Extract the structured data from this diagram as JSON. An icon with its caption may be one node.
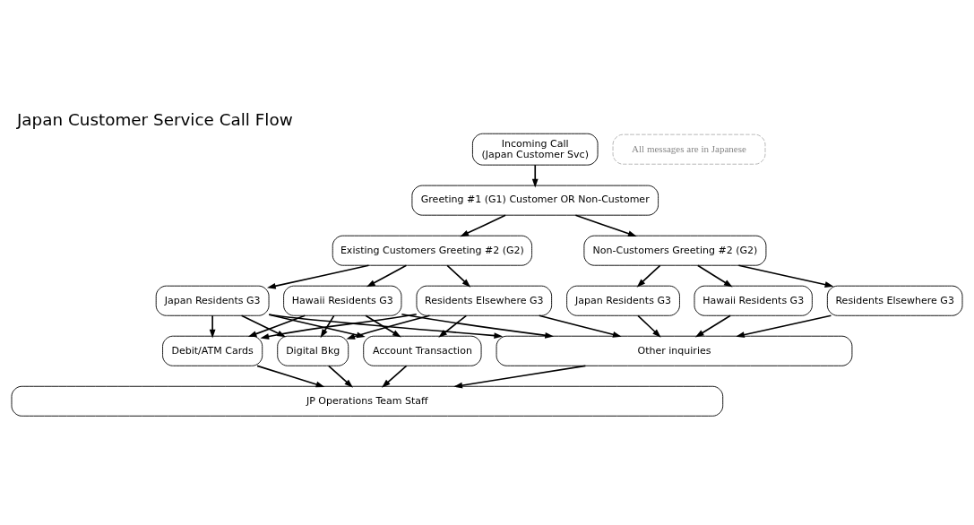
{
  "diagram": {
    "title": "Japan Customer Service Call Flow",
    "nodes": [
      {
        "text": [
          "Incoming Call",
          "(Japan Customer Svc)"
        ]
      },
      {
        "text": [
          "Greeting #1 (G1) Customer OR Non-Customer"
        ]
      },
      {
        "text": [
          "Existing Customers Greeting #2 (G2)"
        ]
      },
      {
        "text": [
          "Non-Customers Greeting #2 (G2)"
        ]
      },
      {
        "text": [
          "Japan Residents G3"
        ]
      },
      {
        "text": [
          "Hawaii Residents G3"
        ]
      },
      {
        "text": [
          "Residents Elsewhere G3"
        ]
      },
      {
        "text": [
          "Japan Residents G3"
        ]
      },
      {
        "text": [
          "Hawaii Residents G3"
        ]
      },
      {
        "text": [
          "Residents Elsewhere G3"
        ]
      },
      {
        "text": [
          "Debit/ATM Cards"
        ]
      },
      {
        "text": [
          "Digital Bkg"
        ]
      },
      {
        "text": [
          "Account Transaction"
        ]
      },
      {
        "text": [
          "Other inquiries"
        ]
      },
      {
        "text": [
          "JP Operations Team Staff"
        ]
      },
      {
        "text": [
          "All messages are in Japanese"
        ]
      }
    ],
    "edges": [
      {
        "from": 0,
        "to": 1,
        "arrow": "to"
      },
      {
        "from": 1,
        "to": 2,
        "arrow": "to"
      },
      {
        "from": 1,
        "to": 3,
        "arrow": "to"
      },
      {
        "from": 2,
        "to": 4,
        "arrow": "to"
      },
      {
        "from": 2,
        "to": 5,
        "arrow": "to"
      },
      {
        "from": 2,
        "to": 6,
        "arrow": "to"
      },
      {
        "from": 3,
        "to": 7,
        "arrow": "to"
      },
      {
        "from": 3,
        "to": 8,
        "arrow": "to"
      },
      {
        "from": 3,
        "to": 9,
        "arrow": "to"
      },
      {
        "from": 4,
        "to": 10,
        "arrow": "to"
      },
      {
        "from": 4,
        "to": 11,
        "arrow": "to"
      },
      {
        "from": 4,
        "to": 12,
        "arrow": "to"
      },
      {
        "from": 4,
        "to": 13,
        "arrow": "to"
      },
      {
        "from": 5,
        "to": 10,
        "arrow": "to"
      },
      {
        "from": 5,
        "to": 11,
        "arrow": "to"
      },
      {
        "from": 5,
        "to": 12,
        "arrow": "to"
      },
      {
        "from": 5,
        "to": 13,
        "arrow": "to"
      },
      {
        "from": 6,
        "to": 10,
        "arrow": "to"
      },
      {
        "from": 6,
        "to": 11,
        "arrow": "to"
      },
      {
        "from": 6,
        "to": 12,
        "arrow": "to"
      },
      {
        "from": 6,
        "to": 13,
        "arrow": "to"
      },
      {
        "from": 7,
        "to": 13,
        "arrow": "to"
      },
      {
        "from": 8,
        "to": 13,
        "arrow": "to"
      },
      {
        "from": 9,
        "to": 13,
        "arrow": "to"
      },
      {
        "from": 10,
        "to": 14,
        "arrow": "to"
      },
      {
        "from": 11,
        "to": 14,
        "arrow": "to"
      },
      {
        "from": 12,
        "to": 14,
        "arrow": "to"
      },
      {
        "from": 13,
        "to": 14,
        "arrow": "to"
      }
    ]
  }
}
